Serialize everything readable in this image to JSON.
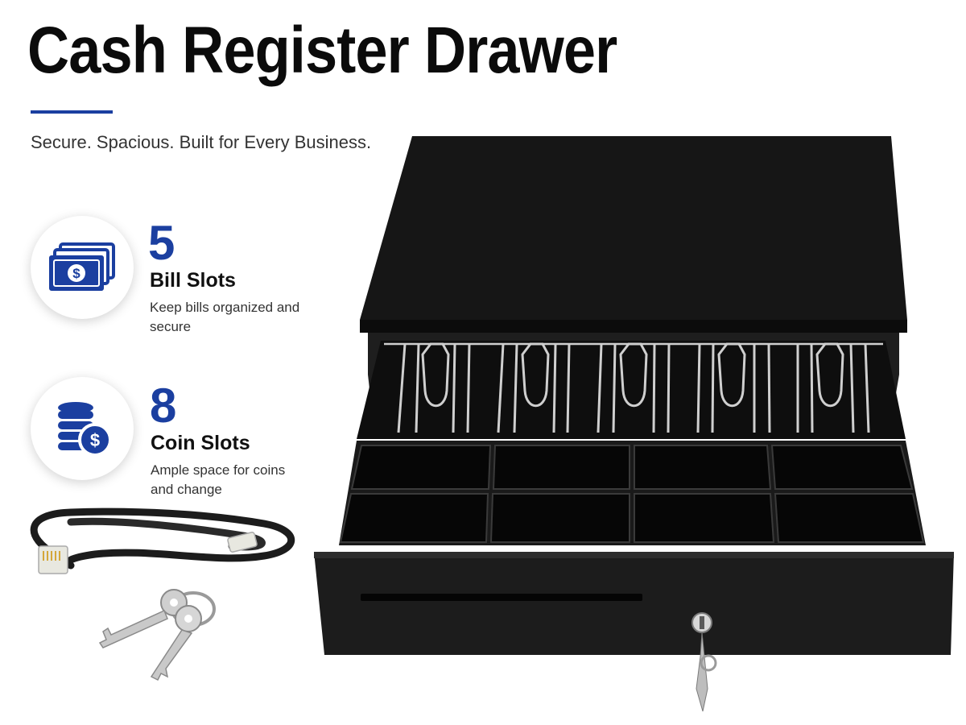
{
  "header": {
    "title": "Cash Register Drawer",
    "subtitle": "Secure. Spacious. Built for Every Business."
  },
  "features": [
    {
      "number": "5",
      "title": "Bill Slots",
      "description": "Keep bills organized and secure",
      "icon": "banknote-icon"
    },
    {
      "number": "8",
      "title": "Coin Slots",
      "description": "Ample space for coins and change",
      "icon": "coin-stack-icon"
    }
  ],
  "colors": {
    "accent": "#1b3fa0",
    "drawer": "#151515",
    "metal": "#c9c9c9"
  }
}
